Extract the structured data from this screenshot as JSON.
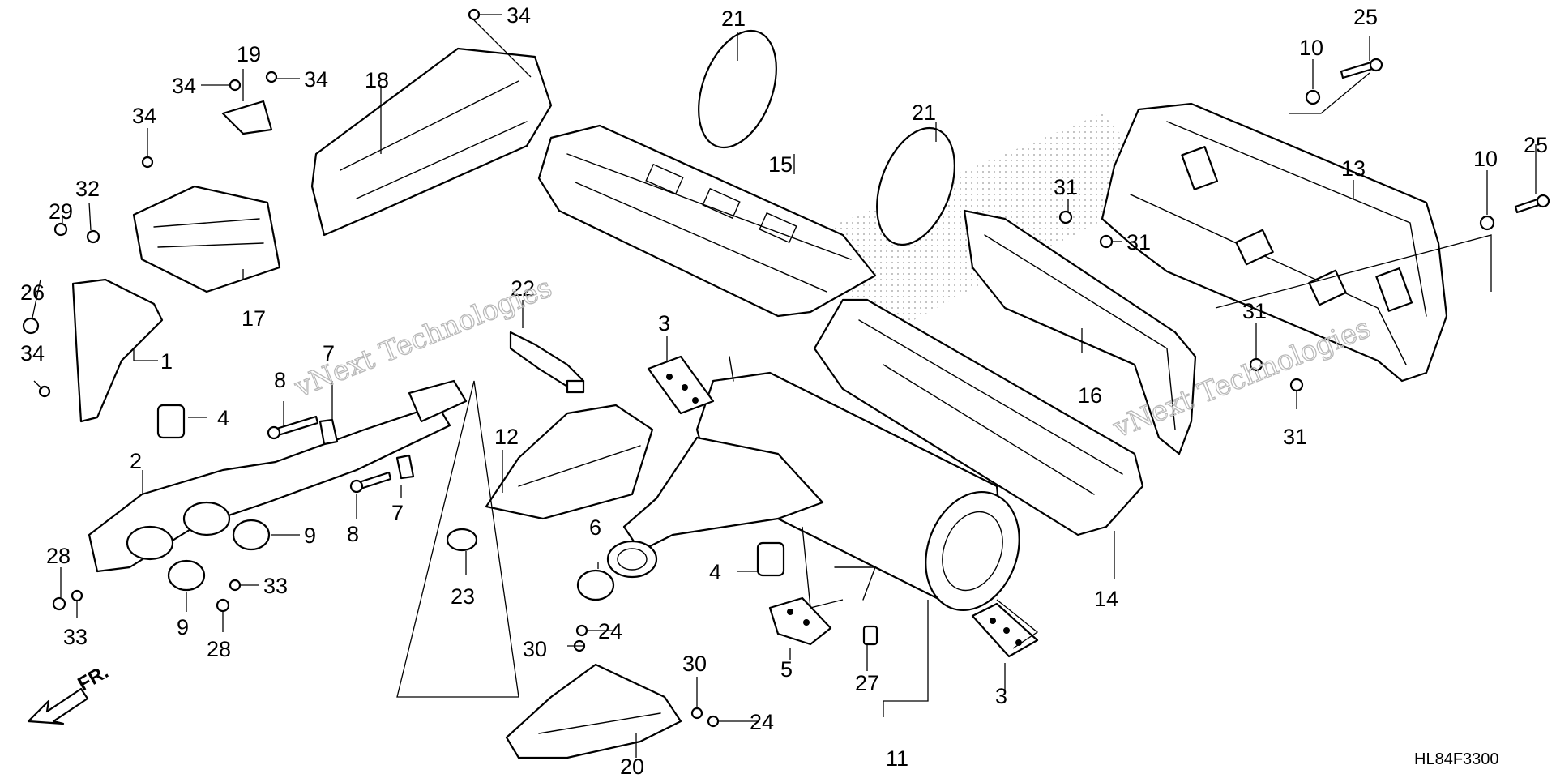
{
  "watermark": "vNext Technologies",
  "diagram_code": "HL84F3300",
  "front_marker": "FR.",
  "callouts": [
    "1",
    "2",
    "3",
    "4",
    "5",
    "6",
    "7",
    "8",
    "9",
    "10",
    "11",
    "12",
    "13",
    "14",
    "15",
    "16",
    "17",
    "18",
    "19",
    "20",
    "21",
    "22",
    "23",
    "24",
    "25",
    "26",
    "27",
    "28",
    "29",
    "30",
    "31",
    "32",
    "33",
    "34"
  ]
}
